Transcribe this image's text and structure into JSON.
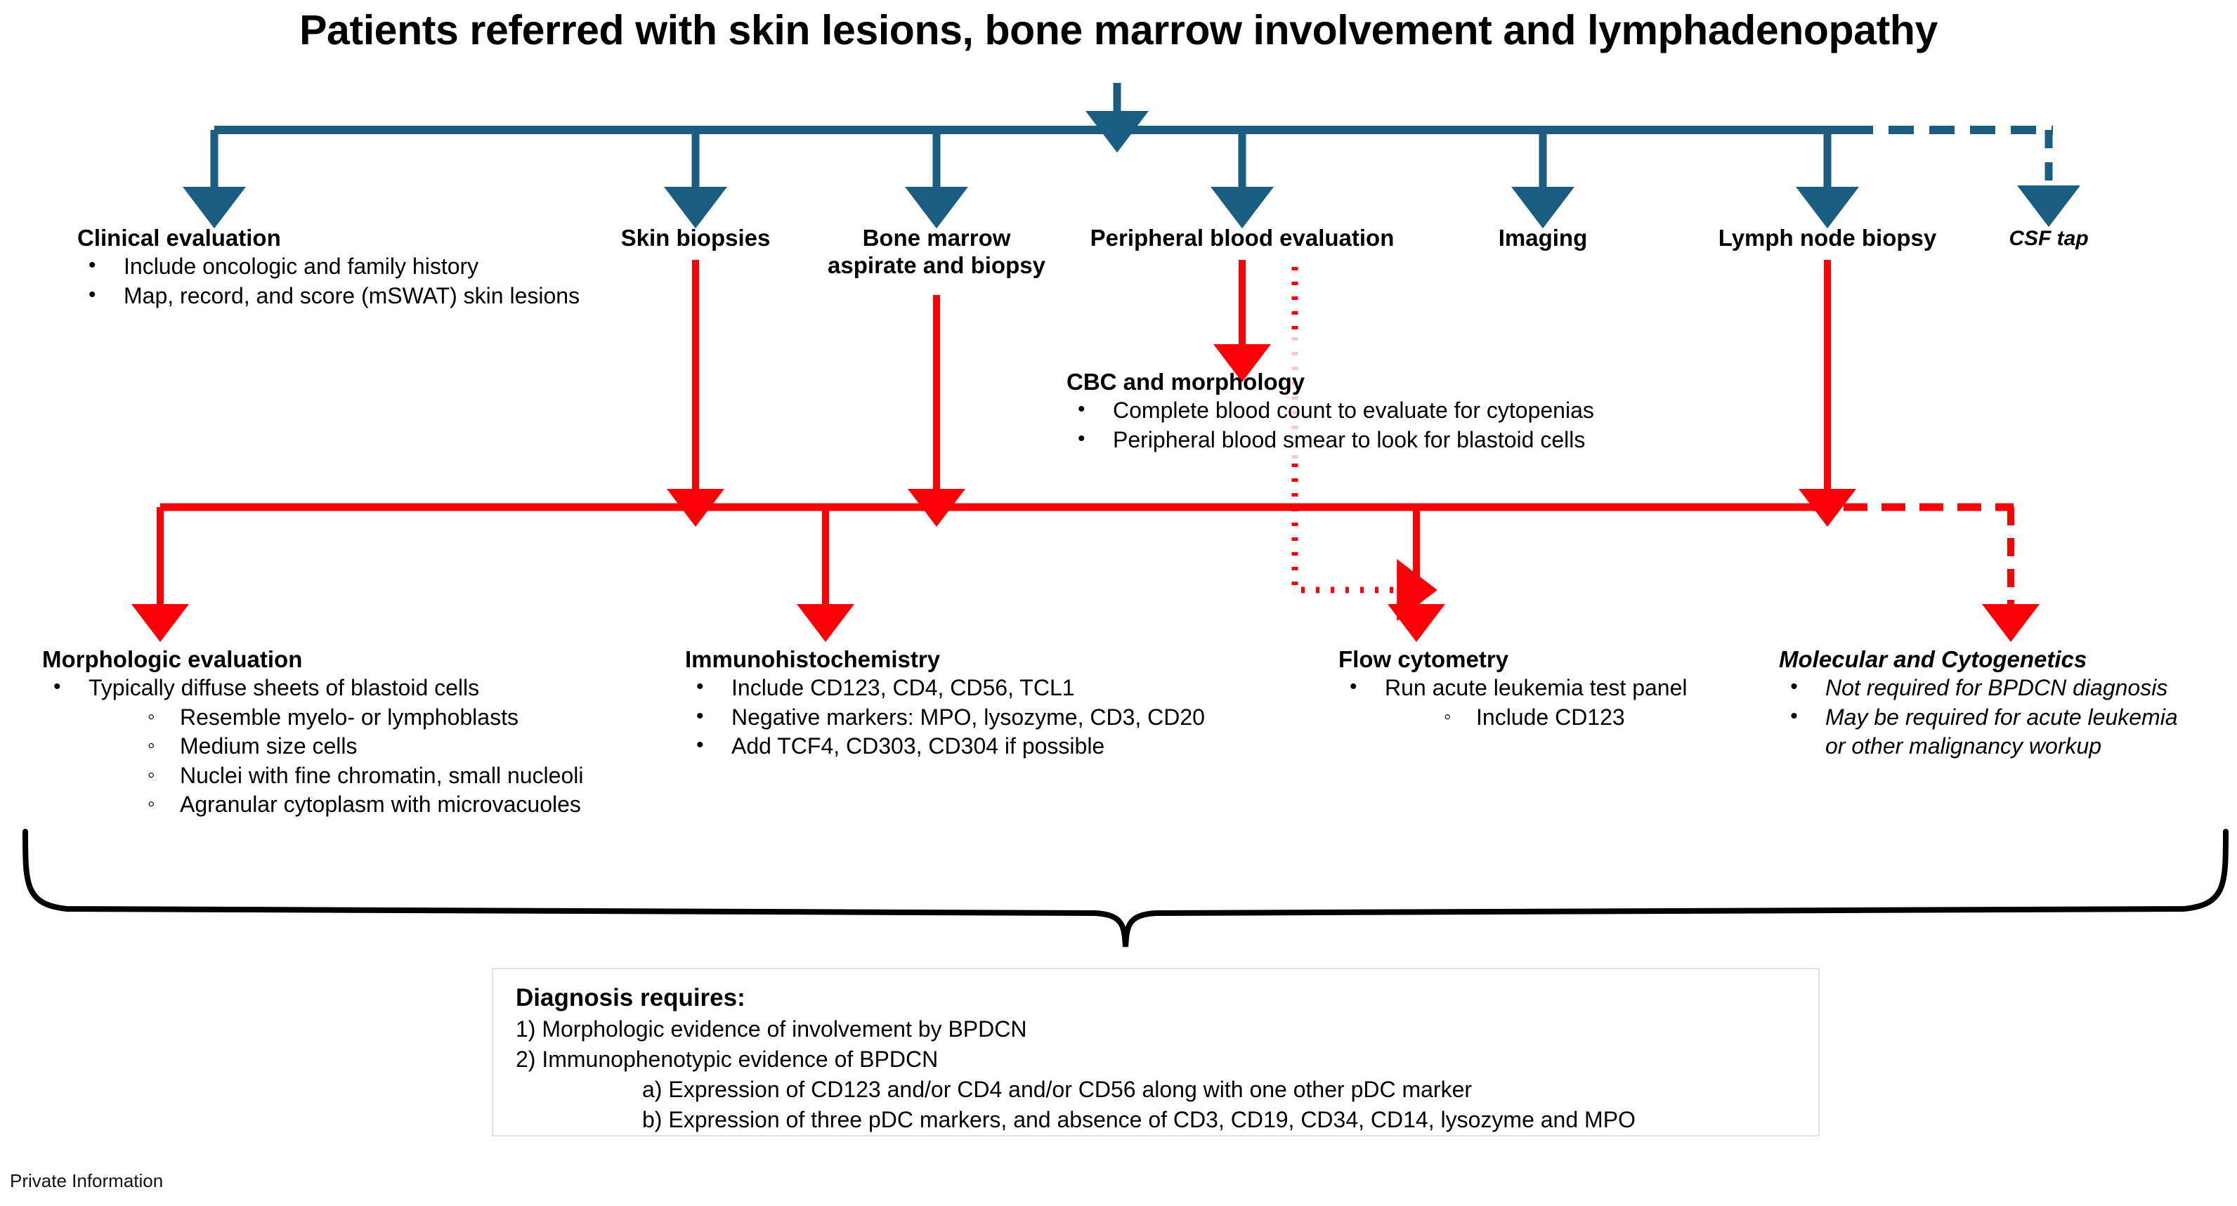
{
  "title": "Patients referred with skin lesions, bone marrow involvement and lymphadenopathy",
  "colors": {
    "teal": "#1a5d80",
    "red": "#fb0007",
    "red_faint": "#fbc9cb",
    "box_border": "#e3e3e3",
    "text": "#000000"
  },
  "tier1": {
    "clinical": {
      "header": "Clinical evaluation",
      "bullets": [
        "Include oncologic and family history",
        "Map, record, and score (mSWAT) skin lesions"
      ]
    },
    "skin_biopsies": {
      "header": "Skin biopsies"
    },
    "bone_marrow": {
      "header_line1": "Bone marrow",
      "header_line2": "aspirate and biopsy"
    },
    "peripheral_blood": {
      "header": "Peripheral blood evaluation"
    },
    "imaging": {
      "header": "Imaging"
    },
    "lymph_node": {
      "header": "Lymph node biopsy"
    },
    "csf_tap": {
      "header": "CSF tap"
    }
  },
  "cbc": {
    "header": "CBC and morphology",
    "bullets": [
      "Complete blood count to evaluate for cytopenias",
      "Peripheral blood smear to look for blastoid cells"
    ]
  },
  "tier2": {
    "morphologic": {
      "header": "Morphologic evaluation",
      "bullets": [
        "Typically diffuse sheets of blastoid cells"
      ],
      "subbullets": [
        "Resemble myelo- or lymphoblasts",
        "Medium size cells",
        "Nuclei with fine chromatin, small nucleoli",
        "Agranular cytoplasm  with microvacuoles"
      ]
    },
    "ihc": {
      "header": "Immunohistochemistry",
      "bullets": [
        "Include CD123, CD4, CD56, TCL1",
        "Negative markers: MPO, lysozyme, CD3, CD20",
        "Add TCF4, CD303, CD304 if possible"
      ]
    },
    "flow": {
      "header": "Flow cytometry",
      "bullets": [
        "Run acute leukemia test panel"
      ],
      "subbullets": [
        "Include CD123"
      ]
    },
    "molecular": {
      "header": "Molecular and Cytogenetics",
      "bullets": [
        "Not required for BPDCN diagnosis",
        "May be required for acute leukemia",
        "or other malignancy workup"
      ]
    }
  },
  "diagnosis": {
    "header": "Diagnosis requires:",
    "items": [
      "1) Morphologic evidence of involvement by BPDCN",
      "2) Immunophenotypic evidence of BPDCN"
    ],
    "subitems": [
      "a) Expression of CD123 and/or CD4 and/or CD56 along with one other pDC marker",
      "b) Expression of three pDC markers, and absence of CD3, CD19, CD34, CD14, lysozyme and MPO"
    ]
  },
  "footer": "Private Information"
}
